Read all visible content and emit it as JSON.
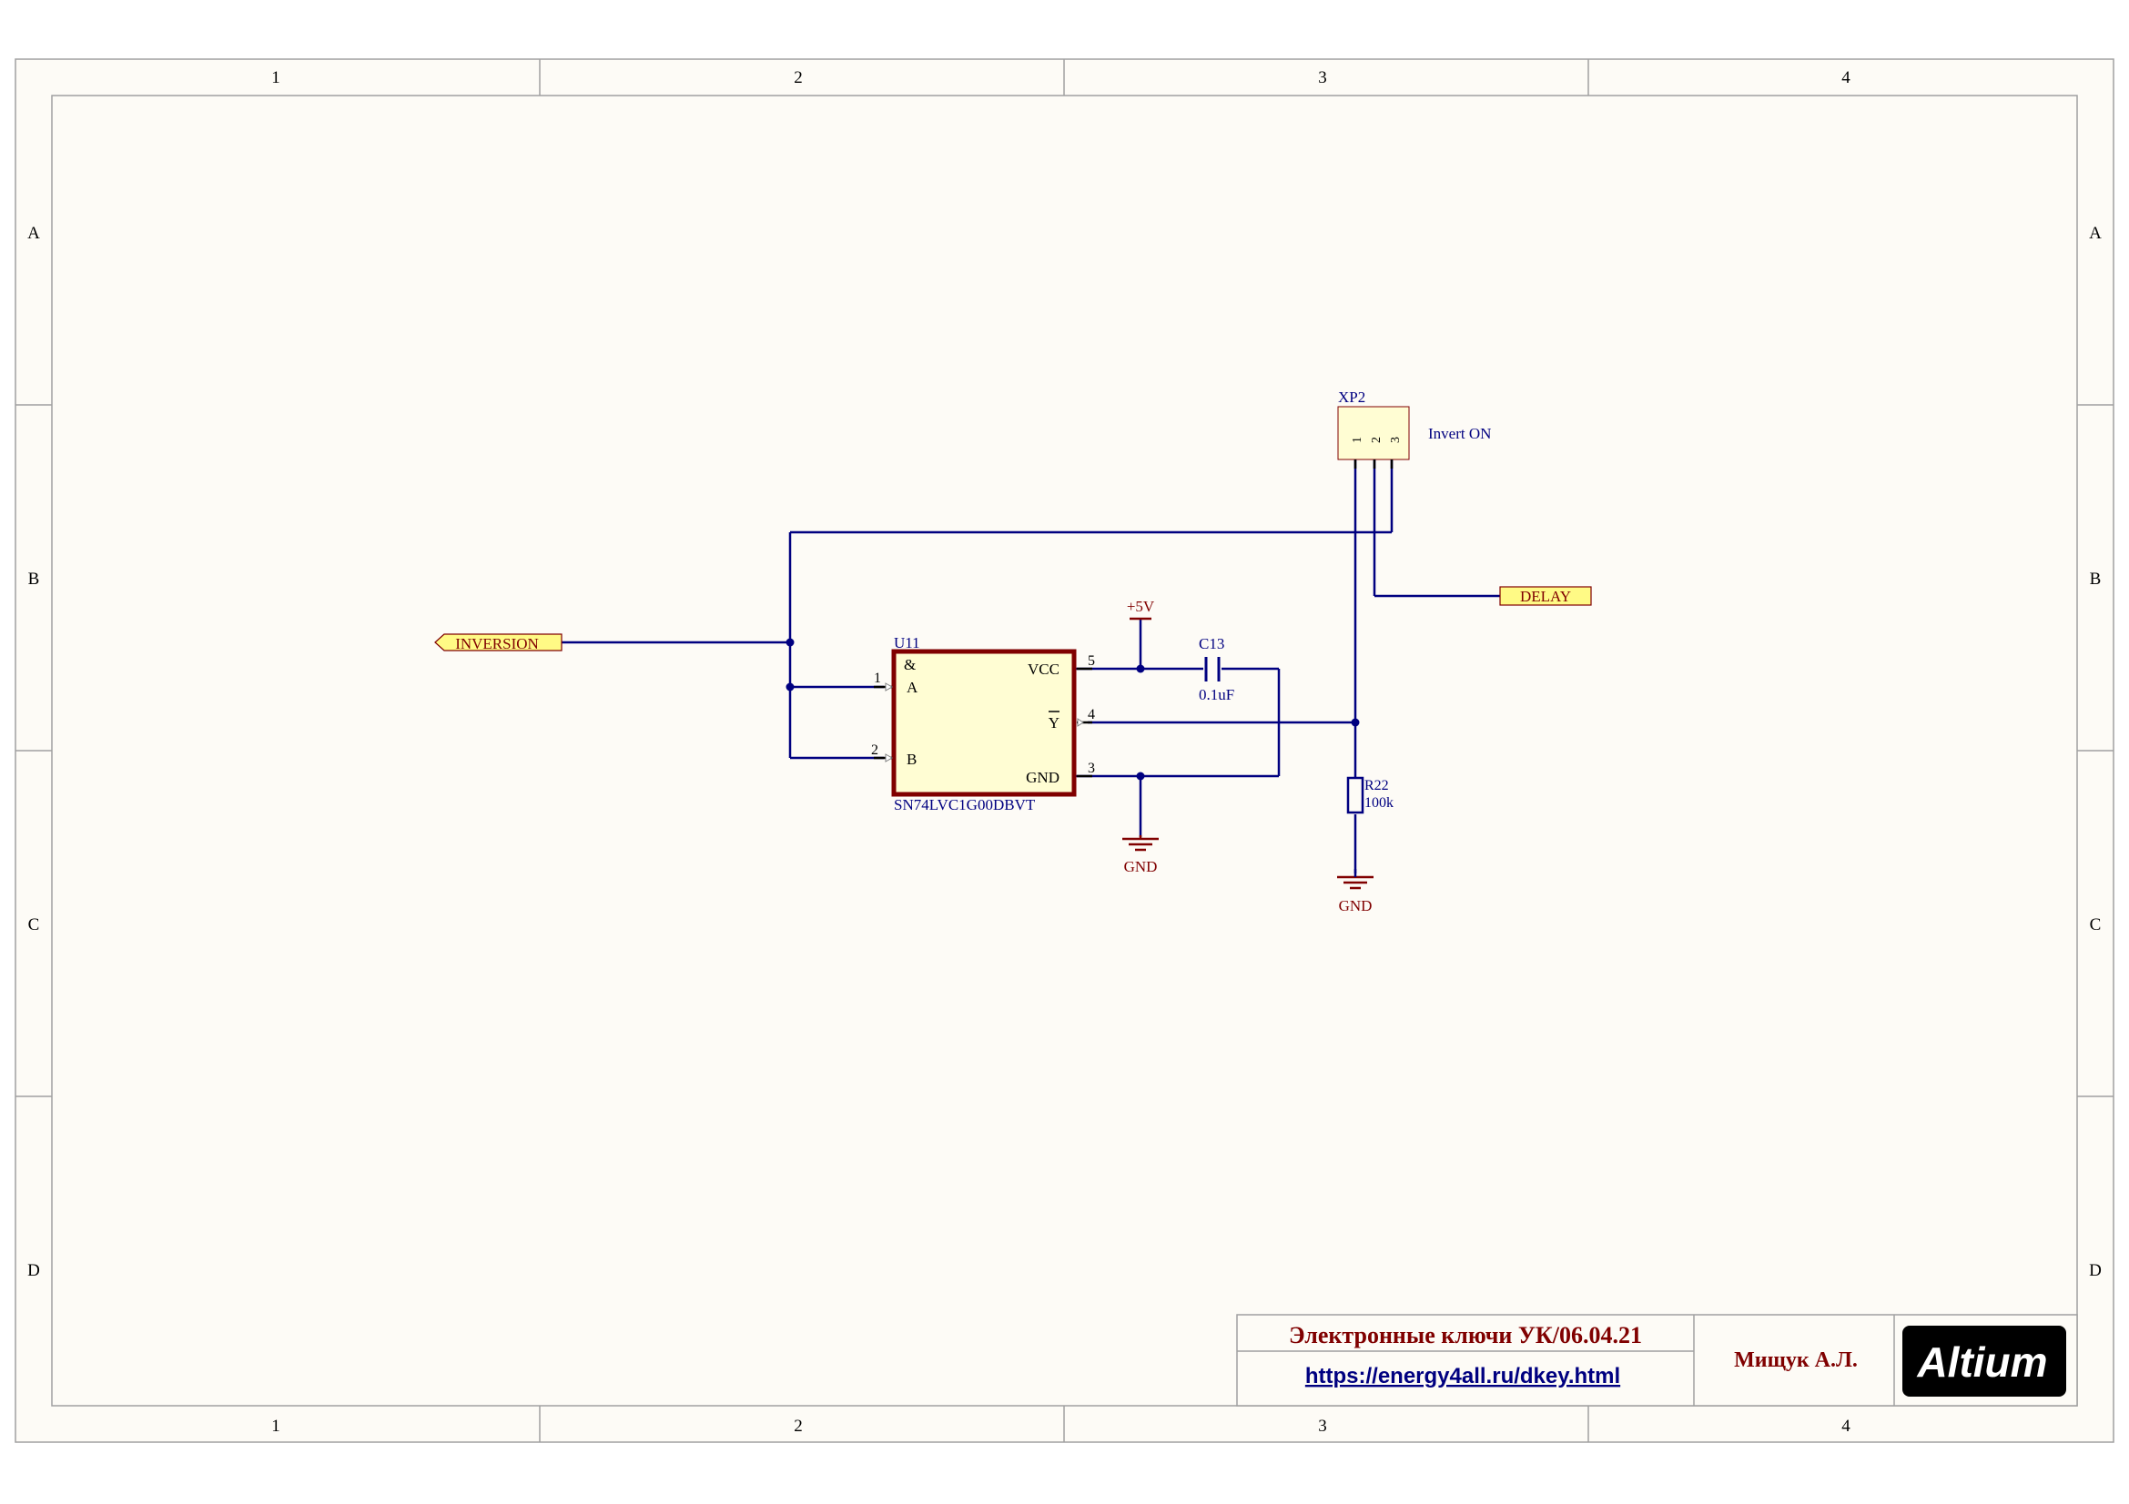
{
  "colors": {
    "paper": "#fdfbf6",
    "wire": "#000080",
    "power": "#800000",
    "ic_fill": "#fffdd3",
    "ic_border": "#800000",
    "port_fill": "#fffa85",
    "frame": "#a0a0a0"
  },
  "frame": {
    "columns": [
      "1",
      "2",
      "3",
      "4"
    ],
    "rows": [
      "A",
      "B",
      "C",
      "D"
    ]
  },
  "ports": {
    "inversion": "INVERSION",
    "delay": "DELAY"
  },
  "u11": {
    "designator": "U11",
    "part": "SN74LVC1G00DBVT",
    "symbol": "&",
    "pins": {
      "a_num": "1",
      "a_name": "A",
      "b_num": "2",
      "b_name": "B",
      "vcc_num": "5",
      "vcc_name": "VCC",
      "y_num": "4",
      "y_name": "Y",
      "gnd_num": "3",
      "gnd_name": "GND"
    }
  },
  "xp2": {
    "designator": "XP2",
    "comment": "Invert ON",
    "pins": [
      "1",
      "2",
      "3"
    ]
  },
  "c13": {
    "designator": "C13",
    "value": "0.1uF"
  },
  "r22": {
    "designator": "R22",
    "value": "100k"
  },
  "power": {
    "vcc_label": "+5V",
    "gnd1_label": "GND",
    "gnd2_label": "GND"
  },
  "title_block": {
    "title": "Электронные ключи УК/06.04.21",
    "url": "https://energy4all.ru/dkey.html",
    "author": "Мищук А.Л.",
    "logo_text": "Altium"
  }
}
